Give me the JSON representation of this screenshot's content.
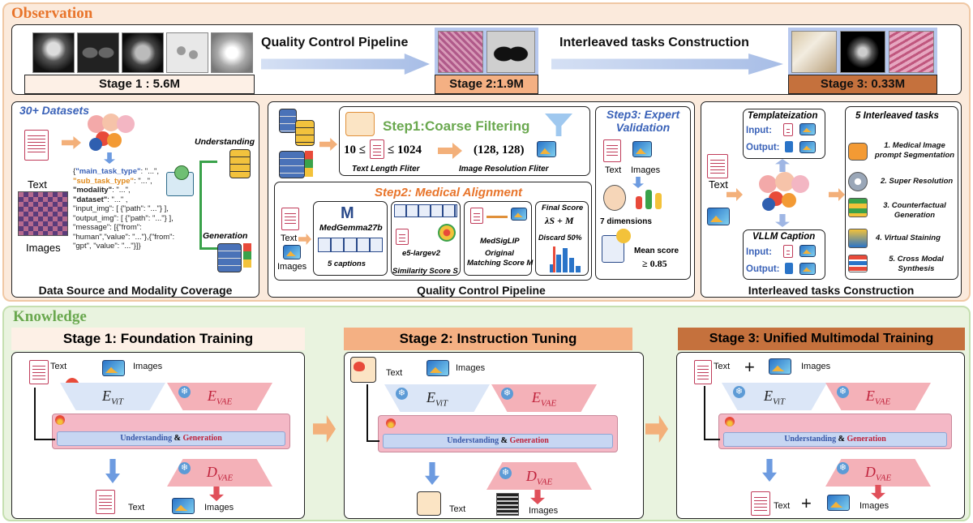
{
  "observation": {
    "title": "Observation",
    "pipeline_label": "Quality Control Pipeline",
    "interleaved_label": "Interleaved tasks Construction",
    "stage1": "Stage 1 : 5.6M",
    "stage2": "Stage 2:1.9M",
    "stage3": "Stage 3: 0.33M"
  },
  "data_source": {
    "heading": "30+ Datasets",
    "text_label": "Text",
    "images_label": "Images",
    "understanding": "Understanding",
    "generation": "Generation",
    "caption": "Data Source and Modality Coverage",
    "json_lines": [
      {
        "key": "\"main_task_type\"",
        "val": ": \"...\",",
        "cls": "k1"
      },
      {
        "key": "\"sub_task_type\"",
        "val": ": \"...\",",
        "cls": "k2"
      },
      {
        "key": "\"modality\"",
        "val": ":    \"...\",",
        "cls": "k3"
      },
      {
        "key": "\"dataset\"",
        "val": ":      \"...\" ,",
        "cls": "k3"
      },
      {
        "key": "",
        "val": "\"input_img\": [ {\"path\": \"...\"} ],",
        "cls": ""
      },
      {
        "key": "",
        "val": "\"output_img\": [ {\"path\": \"...\"} ],",
        "cls": ""
      },
      {
        "key": "",
        "val": "\"message\": [{\"from\":",
        "cls": ""
      },
      {
        "key": "",
        "val": "\"human\",\"value\": \"...\"},{\"from\":",
        "cls": ""
      },
      {
        "key": "",
        "val": "\"gpt\",   \"value\": \"...\"}]}",
        "cls": ""
      }
    ]
  },
  "qc": {
    "step1": "Step1:Coarse Filtering",
    "step1_left_a": "10 ≤",
    "step1_left_b": "≤ 1024",
    "step1_right": "(128, 128)",
    "text_filter": "Text Length Fliter",
    "image_filter": "Image Resolution Fliter",
    "step2": "Step2: Medical Alignment",
    "medgemma": "MedGemma27b",
    "five_captions": "5 captions",
    "e5": "e5-largev2",
    "similarity": "Similarity Score S",
    "medsiglip": "MedSigLIP",
    "original": "Original",
    "matching": "Matching Score M",
    "final_score": "Final Score",
    "final_formula": "λS + M",
    "discard": "Discard 50%",
    "text_label": "Text",
    "images_label": "Images",
    "caption": "Quality Control Pipeline",
    "step3": "Step3: Expert Validation",
    "text_s3": "Text",
    "images_s3": "Images",
    "dims": "7 dimensions",
    "mean_score": "Mean score",
    "mean_thresh": "≥ 0.85"
  },
  "interleaved": {
    "templateization": "Templateization",
    "input": "Input:",
    "output": "Output:",
    "vllm": "VLLM Caption",
    "text_label": "Text",
    "caption": "Interleaved tasks Construction",
    "tasks_heading": "5 Interleaved tasks",
    "tasks": [
      "1. Medical Image prompt Segmentation",
      "2. Super Resolution",
      "3. Counterfactual Generation",
      "4. Virtual Staining",
      "5. Cross Modal Synthesis"
    ]
  },
  "knowledge": {
    "title": "Knowledge",
    "stage1_title": "Stage 1: Foundation Training",
    "stage2_title": "Stage 2: Instruction Tuning",
    "stage3_title": "Stage 3: Unified Multimodal Training",
    "text": "Text",
    "images": "Images",
    "plus": "+",
    "understanding": "Understanding",
    "amp": "&",
    "generation": "Generation",
    "e": "E",
    "d": "D",
    "vit": "ViT",
    "vae": "VAE"
  },
  "colors": {
    "observation_bg": "#fbeadc",
    "knowledge_bg": "#e9f3df",
    "observation_title": "#e8742a",
    "knowledge_title": "#6aa84f",
    "stage1_fill": "#fdf0e6",
    "stage2_fill": "#f4b083",
    "stage3_fill": "#c5713d",
    "understanding": "#3857a8",
    "generation": "#c0223b"
  }
}
